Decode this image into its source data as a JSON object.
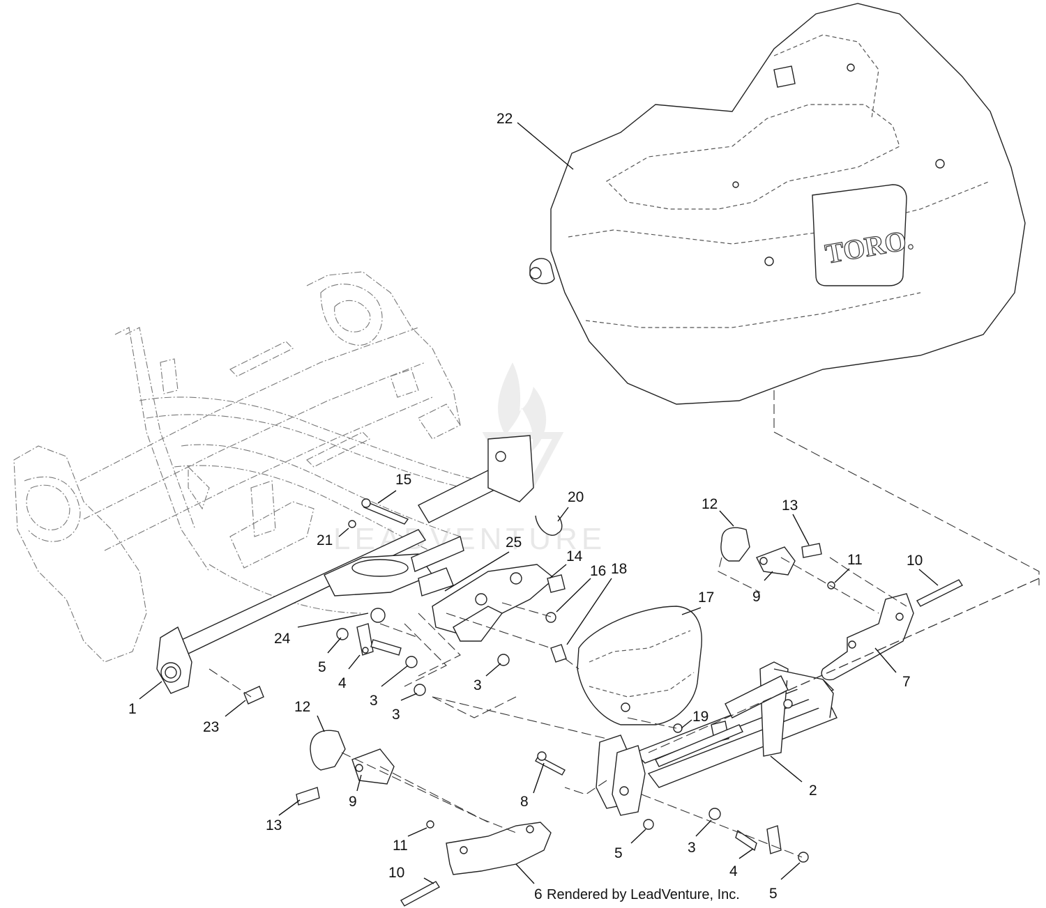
{
  "diagram": {
    "callouts": [
      {
        "id": "c22a",
        "label": "22"
      },
      {
        "id": "c15",
        "label": "15"
      },
      {
        "id": "c20",
        "label": "20"
      },
      {
        "id": "c21",
        "label": "21"
      },
      {
        "id": "c25",
        "label": "25"
      },
      {
        "id": "c14",
        "label": "14"
      },
      {
        "id": "c16",
        "label": "16"
      },
      {
        "id": "c18",
        "label": "18"
      },
      {
        "id": "c12a",
        "label": "12"
      },
      {
        "id": "c13a",
        "label": "13"
      },
      {
        "id": "c11a",
        "label": "11"
      },
      {
        "id": "c10a",
        "label": "10"
      },
      {
        "id": "c9a",
        "label": "9"
      },
      {
        "id": "c17",
        "label": "17"
      },
      {
        "id": "c24",
        "label": "24"
      },
      {
        "id": "c5a",
        "label": "5"
      },
      {
        "id": "c4a",
        "label": "4"
      },
      {
        "id": "c3a",
        "label": "3"
      },
      {
        "id": "c3b",
        "label": "3"
      },
      {
        "id": "c3c",
        "label": "3"
      },
      {
        "id": "c7",
        "label": "7"
      },
      {
        "id": "c1",
        "label": "1"
      },
      {
        "id": "c23",
        "label": "23"
      },
      {
        "id": "c19",
        "label": "19"
      },
      {
        "id": "c12b",
        "label": "12"
      },
      {
        "id": "c2",
        "label": "2"
      },
      {
        "id": "c8",
        "label": "8"
      },
      {
        "id": "c9b",
        "label": "9"
      },
      {
        "id": "c13b",
        "label": "13"
      },
      {
        "id": "c11b",
        "label": "11"
      },
      {
        "id": "c5b",
        "label": "5"
      },
      {
        "id": "c3d",
        "label": "3"
      },
      {
        "id": "c4b",
        "label": "4"
      },
      {
        "id": "c10b",
        "label": "10"
      },
      {
        "id": "c6",
        "label": "6"
      },
      {
        "id": "c5c",
        "label": "5"
      }
    ],
    "logo_text": "TORO.",
    "watermark_text": "LEADVENTURE",
    "footer_text": "Rendered by LeadVenture, Inc."
  }
}
